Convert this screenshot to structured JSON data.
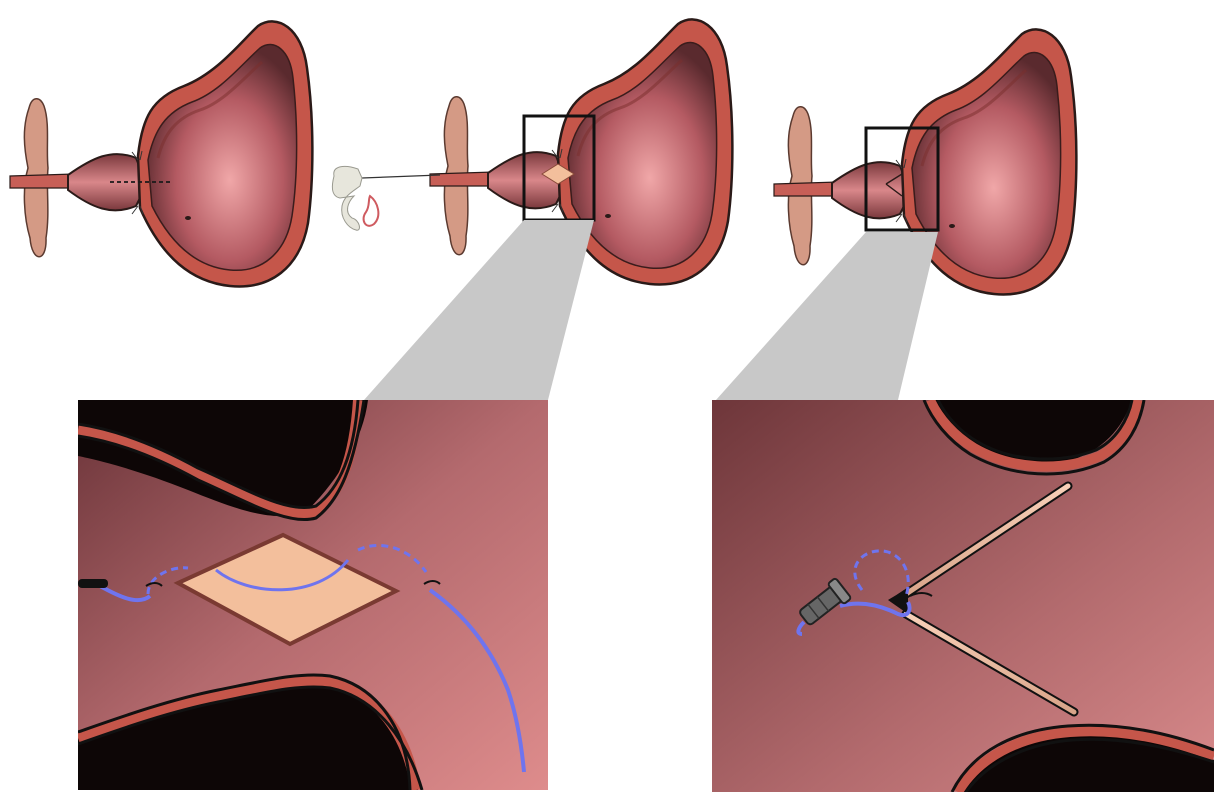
{
  "colors": {
    "background": "#ffffff",
    "wall": "#c5564a",
    "wall_outline": "#2a1a18",
    "lumen_light": "#e8a0a2",
    "lumen_dark": "#5a2a2e",
    "pelvic_floor": "#d49a85",
    "graft": "#f3bf9c",
    "suture": "#6f74ee",
    "guide_shade": "#c8c8c8",
    "frame": "#111111",
    "detail_bg": "#b96c70"
  },
  "panels": [
    {
      "id": "stage-1",
      "elements": [
        "pelvic-floor-muscle",
        "bladder",
        "bladder-neck",
        "cutting-line",
        "ureteral-orifice"
      ]
    },
    {
      "id": "stage-2",
      "elements": [
        "pelvic-floor-muscle",
        "bladder",
        "bladder-neck",
        "graft-patch",
        "endoscopic-instrument",
        "zoom-frame"
      ]
    },
    {
      "id": "stage-3",
      "elements": [
        "pelvic-floor-muscle",
        "bladder",
        "bladder-neck",
        "incision",
        "zoom-frame"
      ]
    }
  ],
  "details": [
    {
      "id": "detail-graft",
      "elements": [
        "graft-patch",
        "suture-thread",
        "needle"
      ]
    },
    {
      "id": "detail-incision",
      "elements": [
        "incision-edges",
        "suture-loop",
        "needle-driver"
      ]
    }
  ]
}
